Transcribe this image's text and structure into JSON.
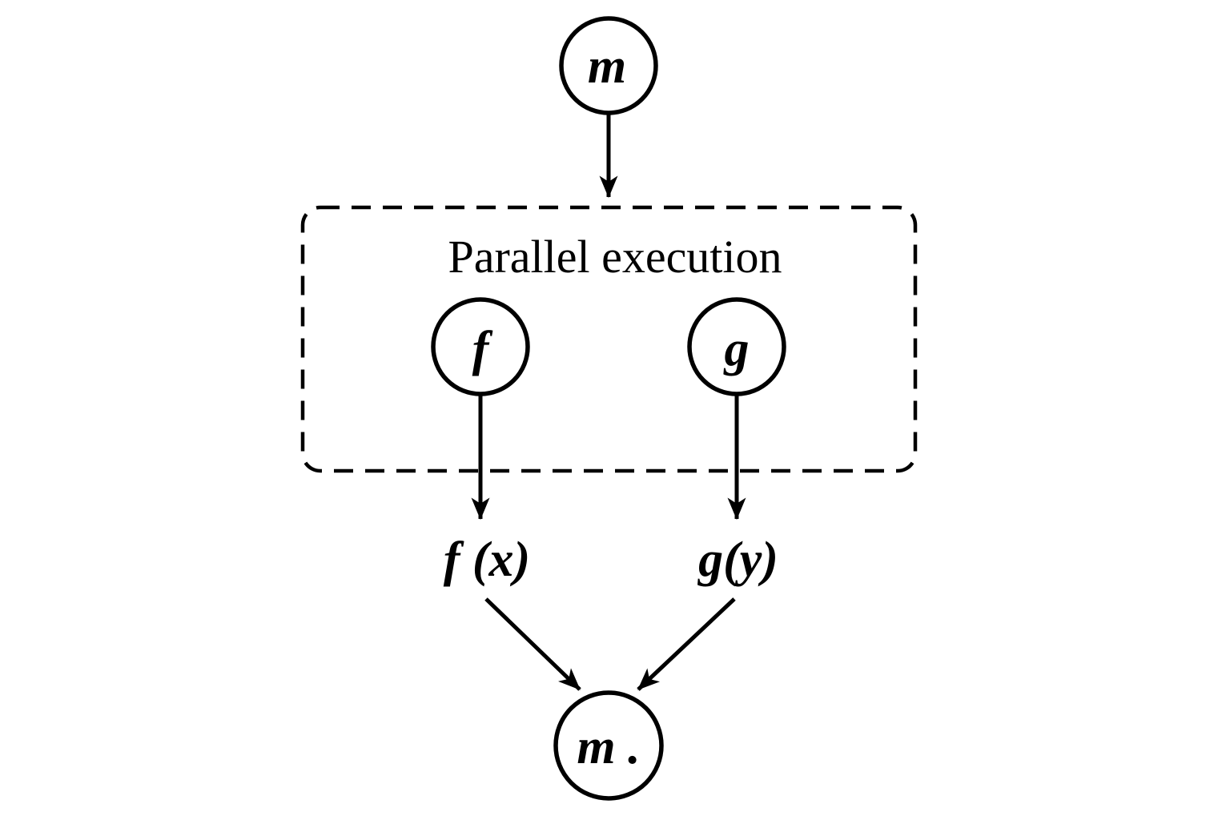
{
  "diagram": {
    "box_label": "Parallel execution",
    "nodes": {
      "input": "m",
      "f": "f",
      "g": "g",
      "output": "m ."
    },
    "edge_labels": {
      "f_result": "f (x)",
      "g_result": "g(y)"
    },
    "colors": {
      "stroke": "#000000",
      "background": "#ffffff"
    }
  }
}
